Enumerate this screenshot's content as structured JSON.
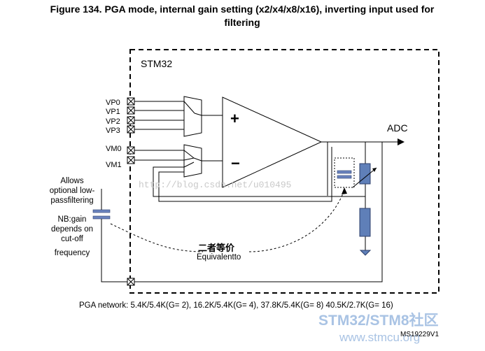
{
  "figure": {
    "title_line1": "Figure 134. PGA mode, internal gain setting (x2/x4/x8/x16), inverting input used for",
    "title_line2": "filtering"
  },
  "block": {
    "name": "STM32"
  },
  "inputs": {
    "vp": [
      "VP0",
      "VP1",
      "VP2",
      "VP3"
    ],
    "vm": [
      "VM0",
      "VM1"
    ]
  },
  "opamp": {
    "plus": "+",
    "minus": "−"
  },
  "output": {
    "label": "ADC"
  },
  "left_note": {
    "lines": [
      "Allows",
      "optional low-",
      "passfiltering"
    ],
    "nb_lines": [
      "NB:gain",
      "depends on",
      "cut-off",
      "frequency"
    ]
  },
  "equivalent": {
    "cn": "二者等价",
    "en": "Equivalentto"
  },
  "footer": {
    "pga_network": "PGA network: 5.4K/5.4K(G= 2), 16.2K/5.4K(G= 4), 37.8K/5.4K(G= 8) 40.5K/2.7K(G= 16)"
  },
  "watermarks": {
    "url": "http://blog.csdn.net/u010495",
    "brand": "STM32/STM8社区",
    "site": "www.stmcu.org"
  },
  "figure_id": "MS19229V1",
  "colors": {
    "resistor": "#5f7fb8",
    "cap": "#6b84bf",
    "brand_watermark": "#a9c3e4"
  }
}
